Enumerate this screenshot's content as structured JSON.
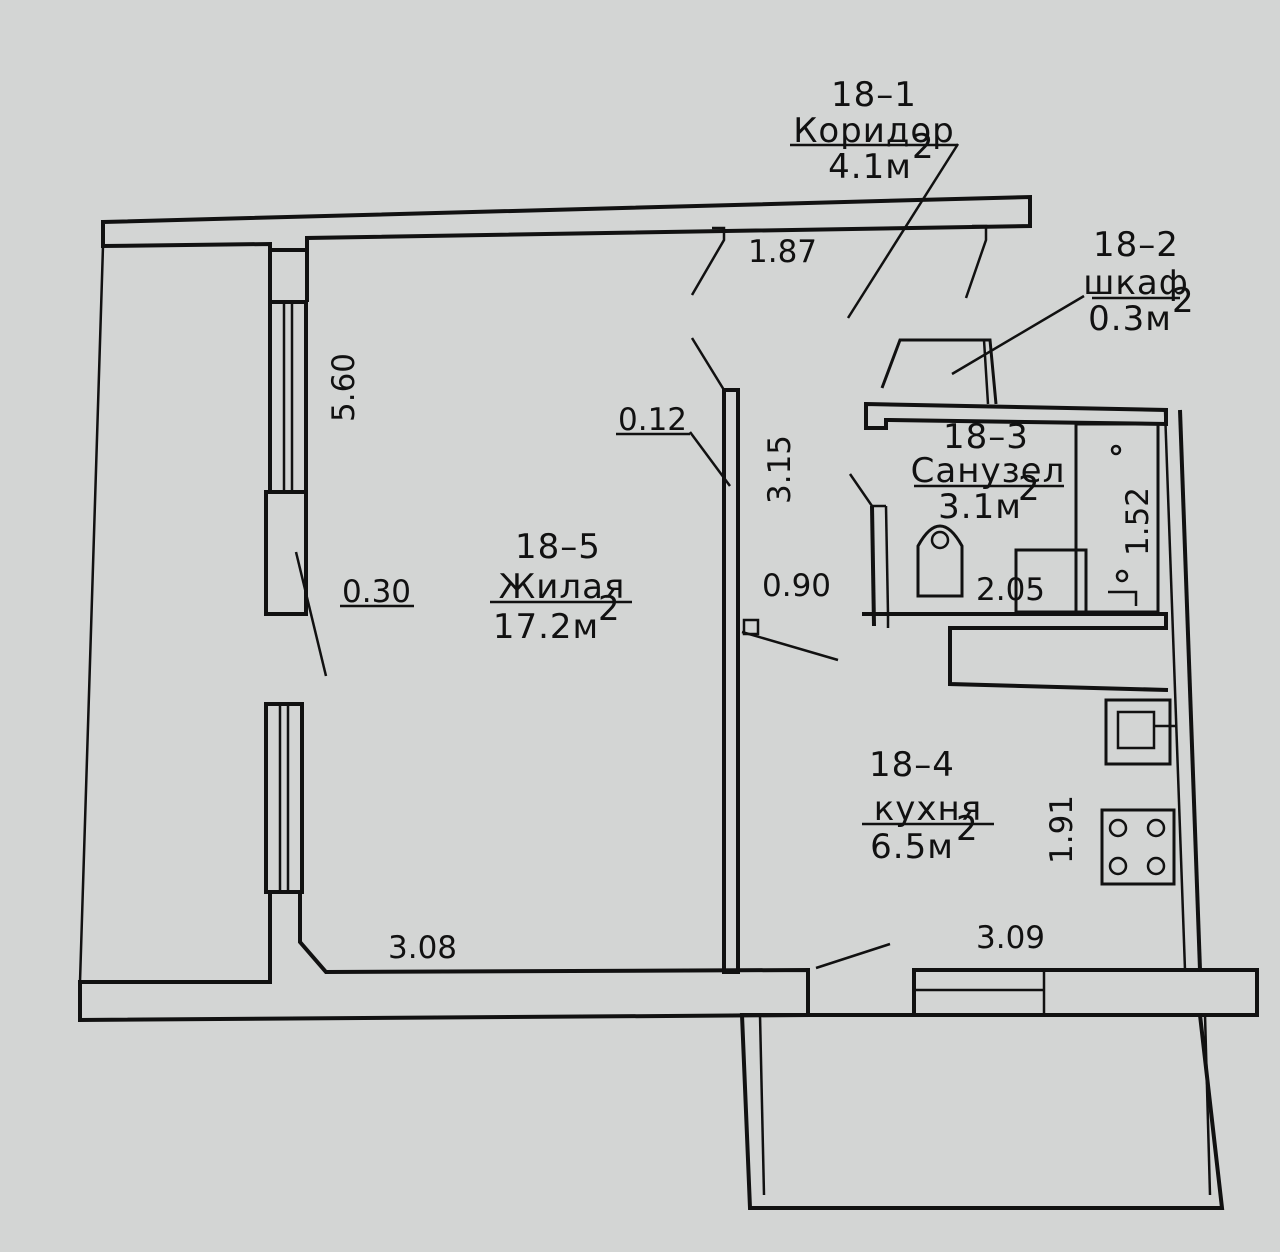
{
  "rooms": {
    "corridor": {
      "id": "18–1",
      "name": "Коридор",
      "area": "4.1м",
      "sup": "2"
    },
    "closet": {
      "id": "18–2",
      "name": "шкаф",
      "area": "0.3м",
      "sup": "2"
    },
    "bathroom": {
      "id": "18–3",
      "name": "Санузел",
      "area": "3.1м",
      "sup": "2"
    },
    "kitchen": {
      "id": "18–4",
      "name": "кухня",
      "area": "6.5м",
      "sup": "2"
    },
    "living": {
      "id": "18–5",
      "name": "Жилая",
      "area": "17.2м",
      "sup": "2"
    }
  },
  "dimensions": {
    "d_1_87": "1.87",
    "d_5_60": "5.60",
    "d_0_12": "0.12",
    "d_3_15": "3.15",
    "d_0_30": "0.30",
    "d_0_90": "0.90",
    "d_2_05": "2.05",
    "d_1_52": "1.52",
    "d_1_91": "1.91",
    "d_3_08": "3.08",
    "d_3_09": "3.09"
  }
}
